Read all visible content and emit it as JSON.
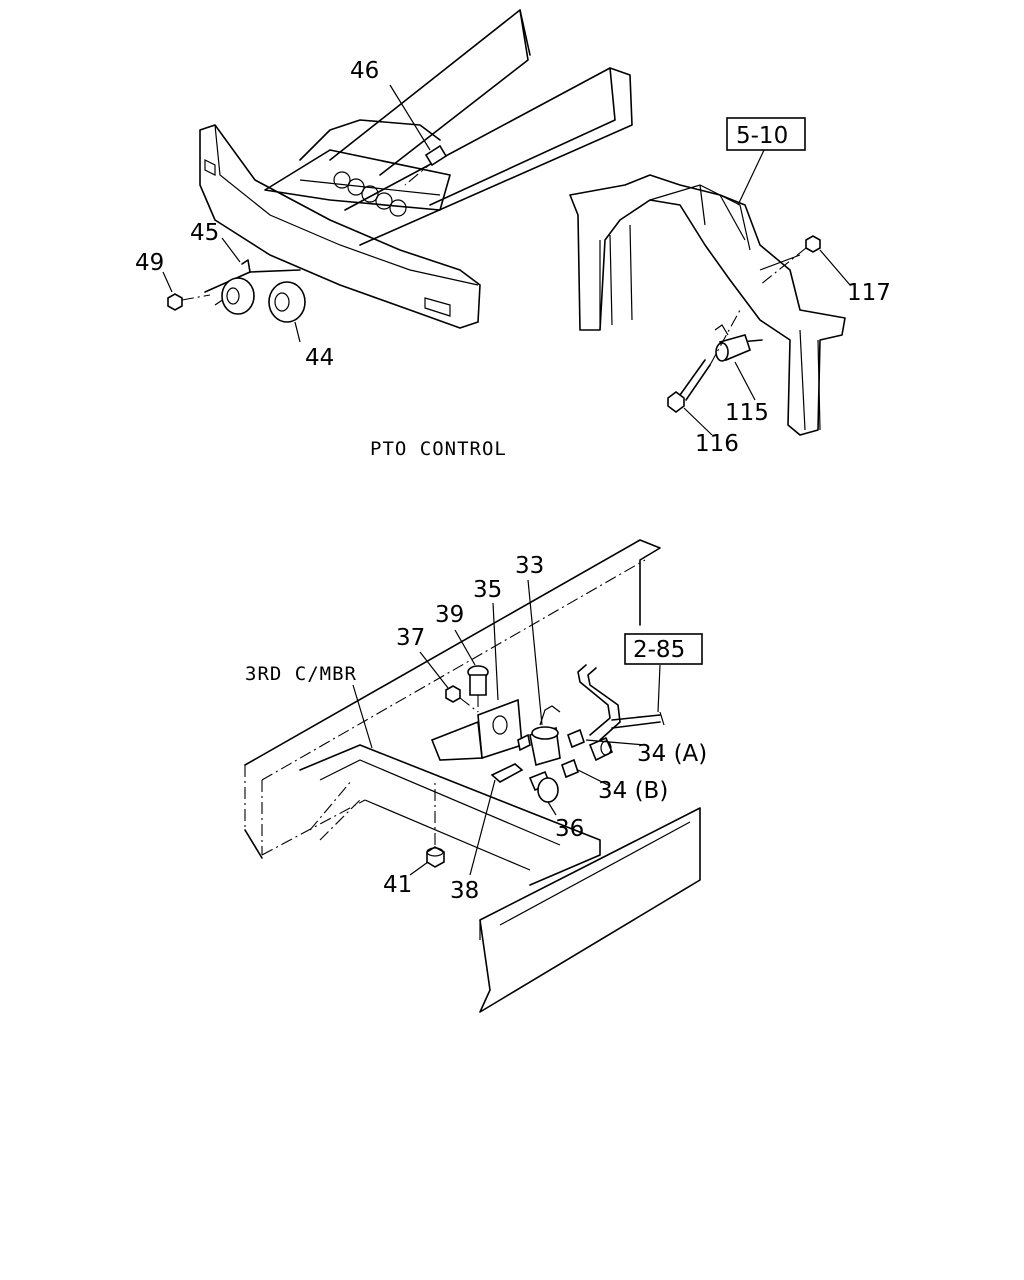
{
  "captions": {
    "pto_control": "PTO CONTROL",
    "third_crossmember": "3RD C/MBR"
  },
  "refs": {
    "ref_5_10": "5-10",
    "ref_2_85": "2-85"
  },
  "callouts": {
    "p46": "46",
    "p45": "45",
    "p49": "49",
    "p44": "44",
    "p117": "117",
    "p115": "115",
    "p116": "116",
    "p33": "33",
    "p35": "35",
    "p39": "39",
    "p37": "37",
    "p34a": "34 (A)",
    "p34b": "34 (B)",
    "p36": "36",
    "p38": "38",
    "p41": "41"
  }
}
